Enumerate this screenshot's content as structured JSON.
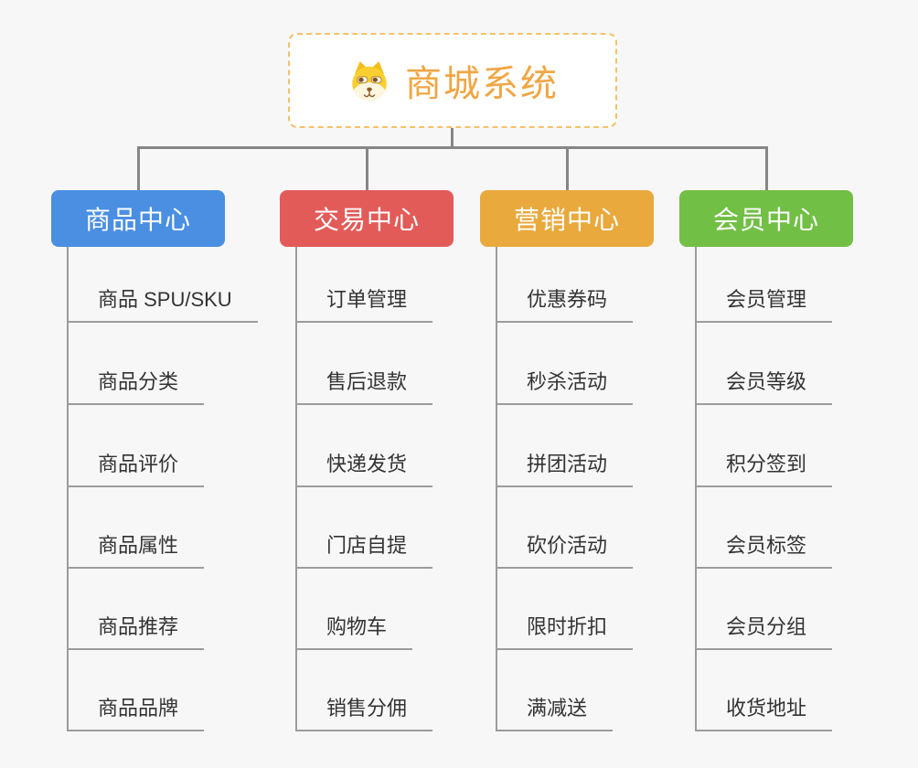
{
  "root": {
    "label": "商城系统",
    "icon": "dog-face-icon",
    "text_color": "#f0a643",
    "border_color": "#f6c06a"
  },
  "connector_color": "#868686",
  "branch_line_color": "#9c9c9c",
  "branches": [
    {
      "label": "商品中心",
      "color": "#4a8fe2",
      "children": [
        "商品 SPU/SKU",
        "商品分类",
        "商品评价",
        "商品属性",
        "商品推荐",
        "商品品牌"
      ]
    },
    {
      "label": "交易中心",
      "color": "#e25b58",
      "children": [
        "订单管理",
        "售后退款",
        "快递发货",
        "门店自提",
        "购物车",
        "销售分佣"
      ]
    },
    {
      "label": "营销中心",
      "color": "#e9a93d",
      "children": [
        "优惠券码",
        "秒杀活动",
        "拼团活动",
        "砍价活动",
        "限时折扣",
        "满减送"
      ]
    },
    {
      "label": "会员中心",
      "color": "#72bf45",
      "children": [
        "会员管理",
        "会员等级",
        "积分签到",
        "会员标签",
        "会员分组",
        "收货地址"
      ]
    }
  ]
}
